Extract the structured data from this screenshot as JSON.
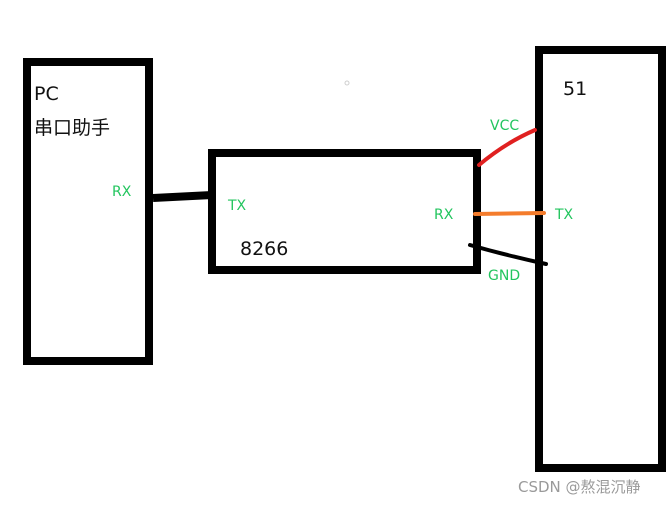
{
  "boxes": {
    "pc": {
      "title": "PC",
      "subtitle": "串口助手",
      "pin_rx": "RX"
    },
    "esp": {
      "title": "8266",
      "pin_tx": "TX",
      "pin_rx": "RX"
    },
    "mcu": {
      "title": "51",
      "pin_vcc": "VCC",
      "pin_tx": "TX",
      "pin_gnd": "GND"
    }
  },
  "wires": [
    {
      "from": "PC RX",
      "to": "8266 TX",
      "color": "#000000"
    },
    {
      "from": "8266",
      "to": "51 VCC",
      "color": "#e02020"
    },
    {
      "from": "8266 RX",
      "to": "51 TX",
      "color": "#f47c2c"
    },
    {
      "from": "8266",
      "to": "51 GND",
      "color": "#000000"
    }
  ],
  "colors": {
    "label_green": "#22c55e",
    "box_border": "#000000"
  },
  "watermark": "CSDN @熬混沉静"
}
